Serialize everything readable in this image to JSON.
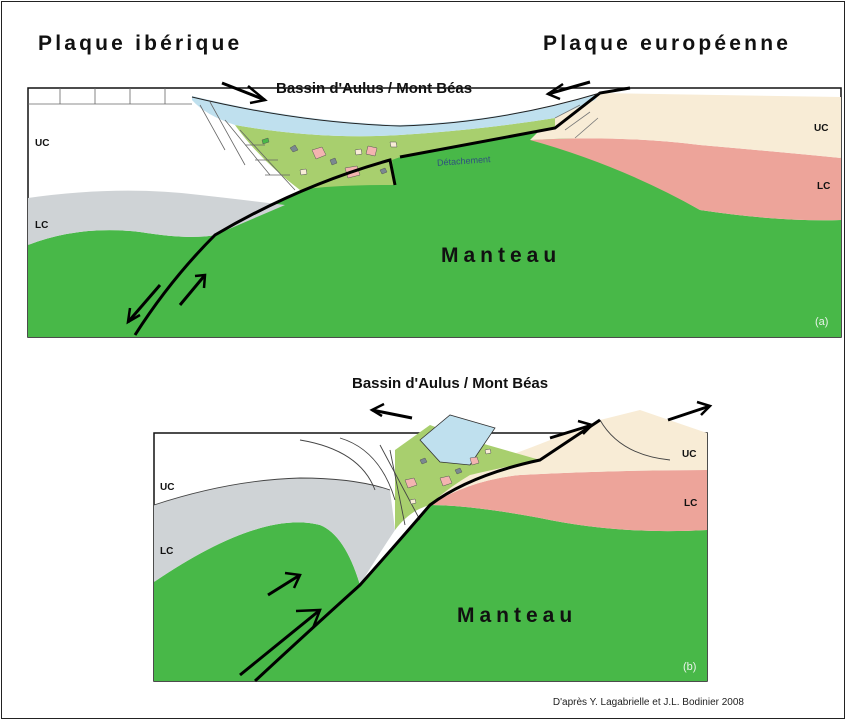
{
  "plates": {
    "left": "Plaque ibérique",
    "right": "Plaque européenne"
  },
  "panel_a": {
    "basin": "Bassin d'Aulus / Mont Béas",
    "uc_left": "UC",
    "lc_left": "LC",
    "uc_right": "UC",
    "lc_right": "LC",
    "detachment": "Détachement",
    "mantle": "Manteau",
    "tag": "(a)"
  },
  "panel_b": {
    "basin": "Bassin d'Aulus / Mont Béas",
    "uc_left": "UC",
    "lc_left": "LC",
    "uc_right": "UC",
    "lc_right": "LC",
    "mantle": "Manteau",
    "tag": "(b)"
  },
  "credit": "D'après Y. Lagabrielle et J.L. Bodinier 2008",
  "colors": {
    "mantle": "#48b848",
    "basin_fill": "#bfe0ee",
    "breccia": "#a8cf6e",
    "upper_crust_eu": "#f8ecd6",
    "lower_crust_eu": "#eda49a",
    "lower_crust_ib": "#cfd3d6",
    "upper_crust_ib": "#ffffff",
    "fault": "#000000"
  }
}
